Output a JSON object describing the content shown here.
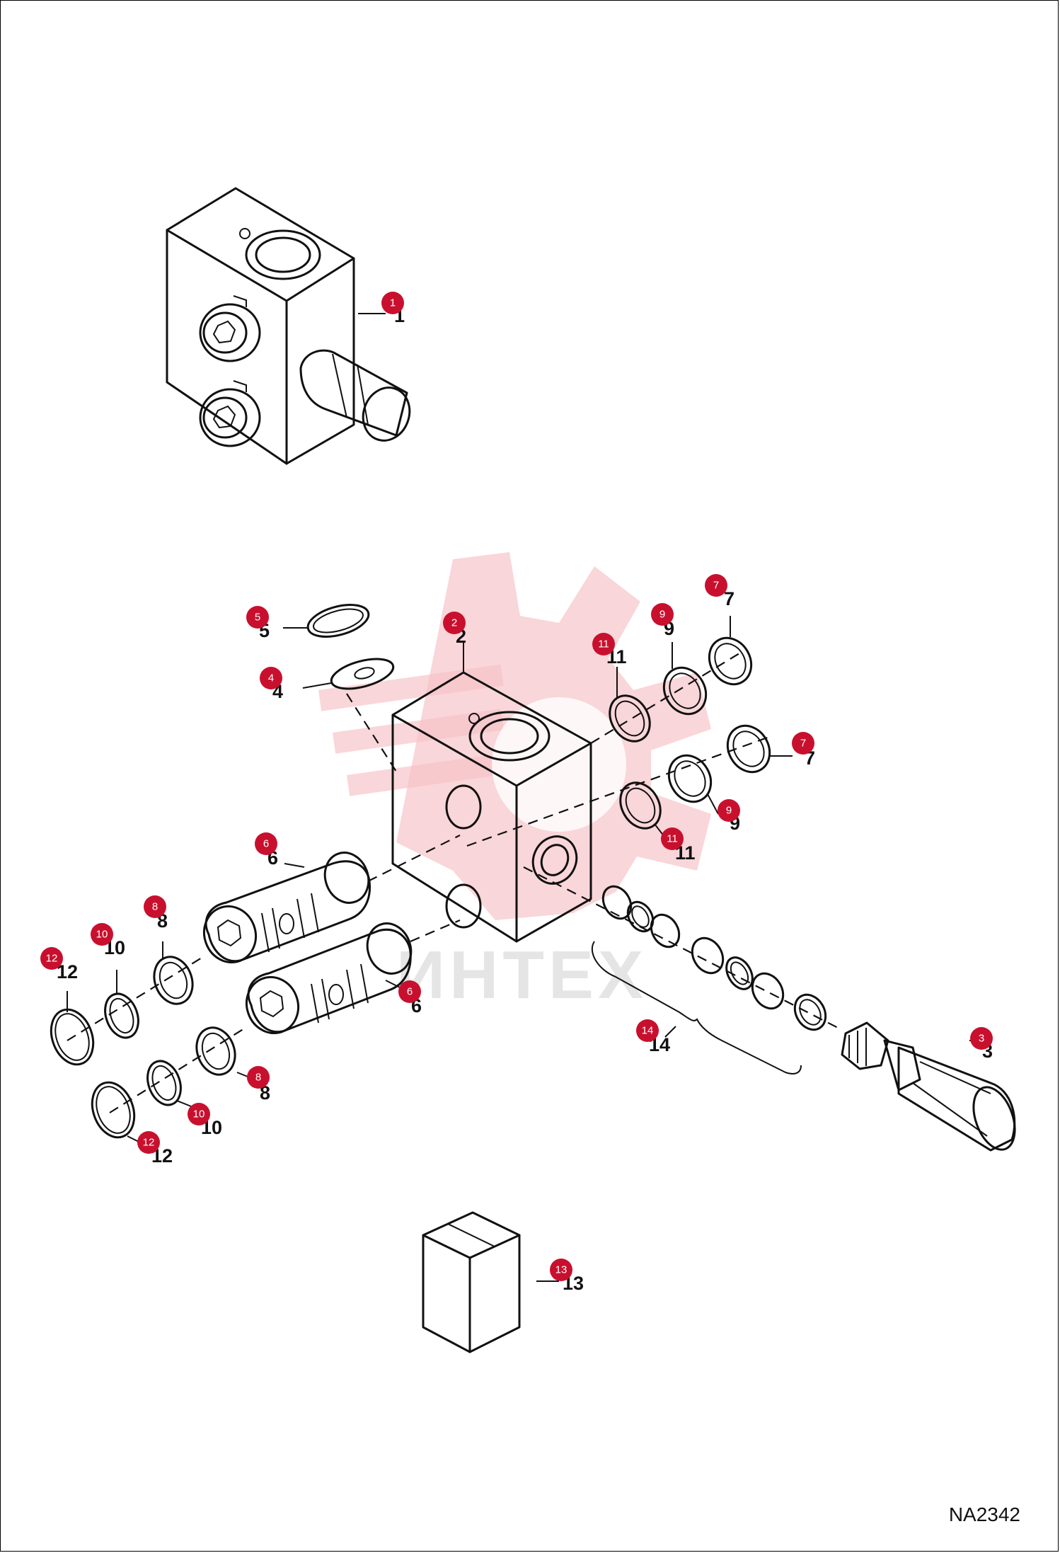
{
  "watermark": "ИНТЕХ",
  "drawing_code": "NA2342",
  "callouts": [
    {
      "id": "c1",
      "label": "1",
      "badge": "1"
    },
    {
      "id": "c2",
      "label": "2",
      "badge": "2"
    },
    {
      "id": "c3",
      "label": "3",
      "badge": "3"
    },
    {
      "id": "c4",
      "label": "4",
      "badge": "4"
    },
    {
      "id": "c5",
      "label": "5",
      "badge": "5"
    },
    {
      "id": "c6a",
      "label": "6",
      "badge": "6"
    },
    {
      "id": "c6b",
      "label": "6",
      "badge": "6"
    },
    {
      "id": "c7a",
      "label": "7",
      "badge": "7"
    },
    {
      "id": "c7b",
      "label": "7",
      "badge": "7"
    },
    {
      "id": "c8a",
      "label": "8",
      "badge": "8"
    },
    {
      "id": "c8b",
      "label": "8",
      "badge": "8"
    },
    {
      "id": "c9a",
      "label": "9",
      "badge": "9"
    },
    {
      "id": "c9b",
      "label": "9",
      "badge": "9"
    },
    {
      "id": "c10a",
      "label": "10",
      "badge": "10"
    },
    {
      "id": "c10b",
      "label": "10",
      "badge": "10"
    },
    {
      "id": "c11a",
      "label": "11",
      "badge": "11"
    },
    {
      "id": "c11b",
      "label": "11",
      "badge": "11"
    },
    {
      "id": "c12a",
      "label": "12",
      "badge": "12"
    },
    {
      "id": "c12b",
      "label": "12",
      "badge": "12"
    },
    {
      "id": "c13",
      "label": "13",
      "badge": "13"
    },
    {
      "id": "c14",
      "label": "14",
      "badge": "14"
    }
  ]
}
